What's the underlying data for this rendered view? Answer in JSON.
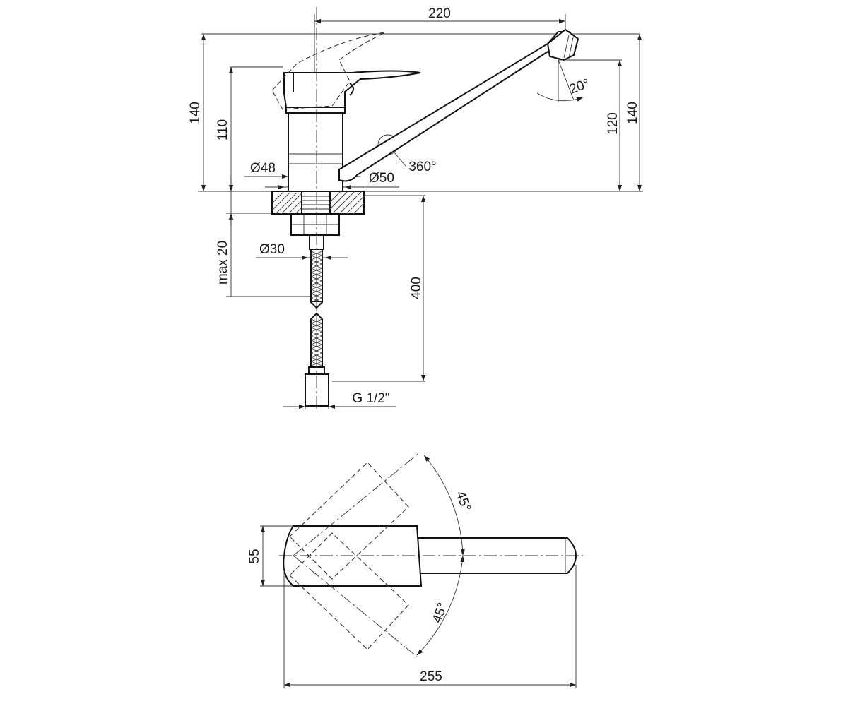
{
  "dimensions": {
    "spout_reach": "220",
    "total_height_left": "140",
    "body_height": "110",
    "spout_outlet_height": "120",
    "total_height_right": "140",
    "body_diameter": "Ø48",
    "base_diameter": "Ø50",
    "spout_rotation": "360°",
    "aerator_tilt": "20°",
    "max_deck_thickness": "max 20",
    "shank_diameter": "Ø30",
    "hose_length": "400",
    "connection_thread": "G 1/2\"",
    "top_width": "55",
    "lever_angle_upper": "45°",
    "lever_angle_lower": "45°",
    "top_length": "255"
  },
  "colors": {
    "line": "#222222",
    "background": "#ffffff"
  }
}
